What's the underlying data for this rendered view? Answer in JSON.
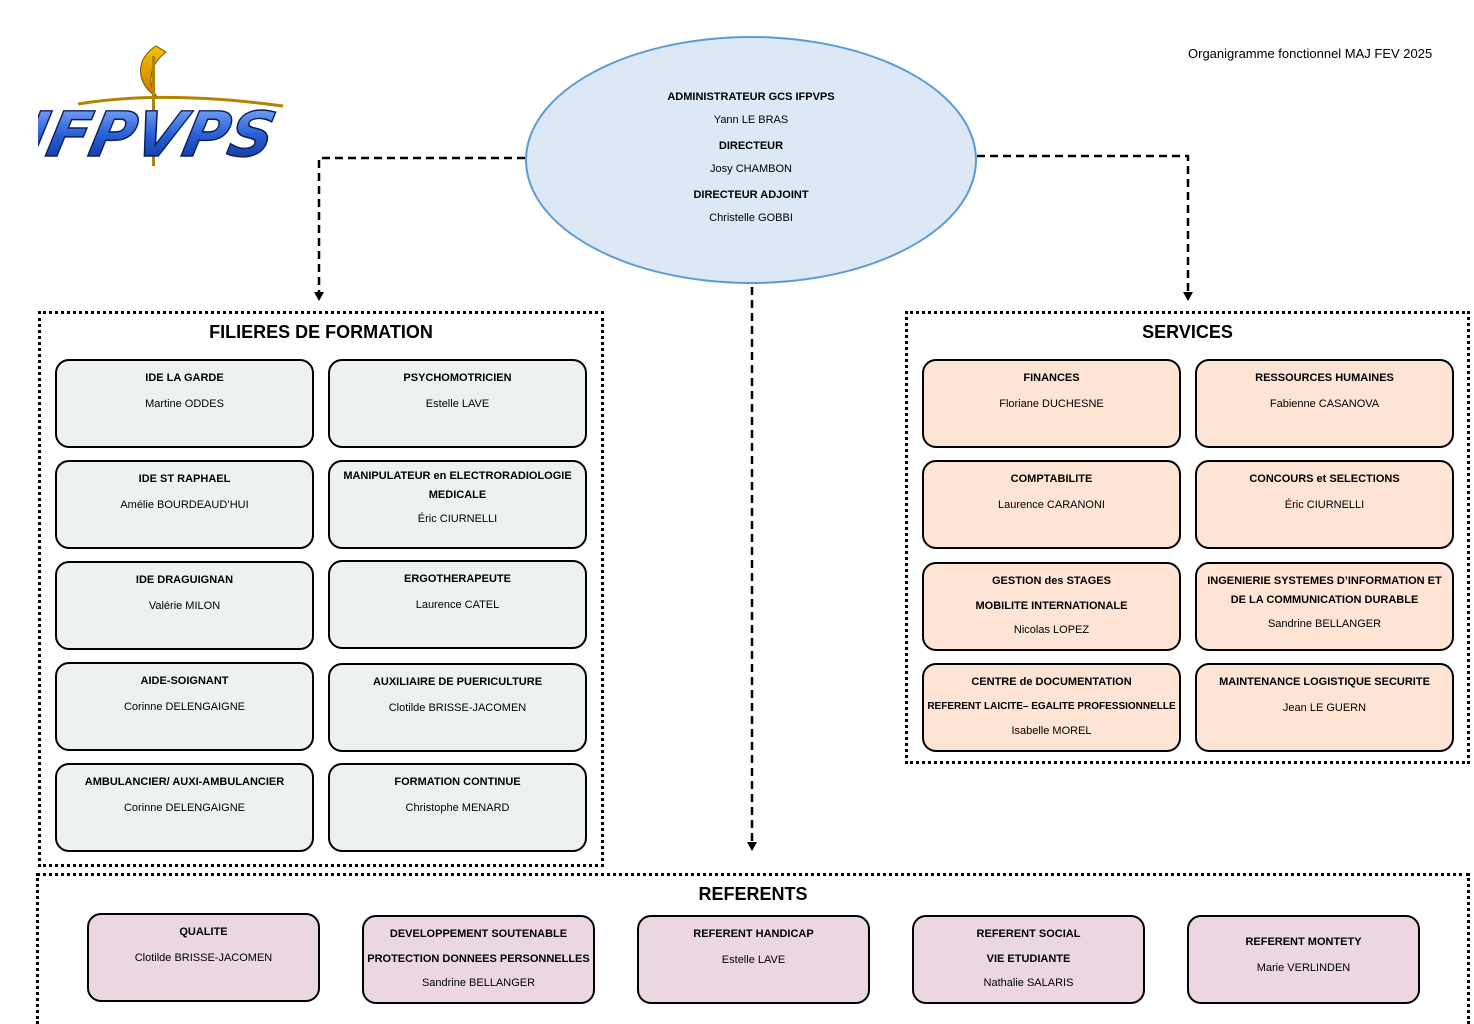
{
  "header": {
    "title": "Organigramme fonctionnel MAJ FEV 2025"
  },
  "logo": {
    "text": "IFPVPS"
  },
  "direction": {
    "roles": [
      {
        "title": "ADMINISTRATEUR GCS IFPVPS",
        "name": "Yann LE BRAS"
      },
      {
        "title": "DIRECTEUR",
        "name": "Josy CHAMBON"
      },
      {
        "title": "DIRECTEUR ADJOINT",
        "name": "Christelle GOBBI"
      }
    ]
  },
  "filieres": {
    "title": "FILIERES DE FORMATION",
    "items": [
      {
        "title": "IDE LA GARDE",
        "name": "Martine ODDES"
      },
      {
        "title": "PSYCHOMOTRICIEN",
        "name": "Estelle LAVE"
      },
      {
        "title": "IDE ST RAPHAEL",
        "name": "Amélie BOURDEAUD’HUI"
      },
      {
        "title": "MANIPULATEUR en ELECTRORADIOLOGIE",
        "title2": "MEDICALE",
        "name": "Éric CIURNELLI"
      },
      {
        "title": "IDE DRAGUIGNAN",
        "name": "Valérie MILON"
      },
      {
        "title": "ERGOTHERAPEUTE",
        "name": "Laurence CATEL"
      },
      {
        "title": "AIDE-SOIGNANT",
        "name": "Corinne DELENGAIGNE"
      },
      {
        "title": "AUXILIAIRE DE PUERICULTURE",
        "name": "Clotilde BRISSE-JACOMEN"
      },
      {
        "title": "AMBULANCIER/ AUXI-AMBULANCIER",
        "name": "Corinne DELENGAIGNE"
      },
      {
        "title": "FORMATION CONTINUE",
        "name": "Christophe MENARD"
      }
    ]
  },
  "services": {
    "title": "SERVICES",
    "items": [
      {
        "title": "FINANCES",
        "name": "Floriane DUCHESNE"
      },
      {
        "title": "RESSOURCES HUMAINES",
        "name": "Fabienne  CASANOVA"
      },
      {
        "title": "COMPTABILITE",
        "name": "Laurence CARANONI"
      },
      {
        "title": "CONCOURS et SELECTIONS",
        "name": "Éric CIURNELLI"
      },
      {
        "title": "GESTION des STAGES",
        "title2": "MOBILITE INTERNATIONALE",
        "name": "Nicolas LOPEZ"
      },
      {
        "title": "INGENIERIE SYSTEMES D’INFORMATION ET",
        "title2": "DE LA COMMUNICATION DURABLE",
        "name": "Sandrine BELLANGER"
      },
      {
        "title": "CENTRE de DOCUMENTATION",
        "title2": "REFERENT LAICITE– EGALITE  PROFESSIONNELLE",
        "name": "Isabelle MOREL"
      },
      {
        "title": "MAINTENANCE LOGISTIQUE SECURITE",
        "name": "Jean LE GUERN"
      }
    ]
  },
  "referents": {
    "title": "REFERENTS",
    "items": [
      {
        "title": "QUALITE",
        "name": "Clotilde BRISSE-JACOMEN"
      },
      {
        "title": "DEVELOPPEMENT SOUTENABLE",
        "title2": "PROTECTION DONNEES PERSONNELLES",
        "name": "Sandrine BELLANGER"
      },
      {
        "title": "REFERENT HANDICAP",
        "name": "Estelle LAVE"
      },
      {
        "title": "REFERENT SOCIAL",
        "title2": "VIE ETUDIANTE",
        "name": "Nathalie SALARIS"
      },
      {
        "title": "REFERENT MONTETY",
        "name": "Marie VERLINDEN"
      }
    ]
  },
  "colors": {
    "ellipse_fill": "#dce8f5",
    "ellipse_stroke": "#5b9bd5",
    "filieres_box": "#eef2ee",
    "services_box": "#fde4d4",
    "referents_box": "#ead7e1"
  }
}
